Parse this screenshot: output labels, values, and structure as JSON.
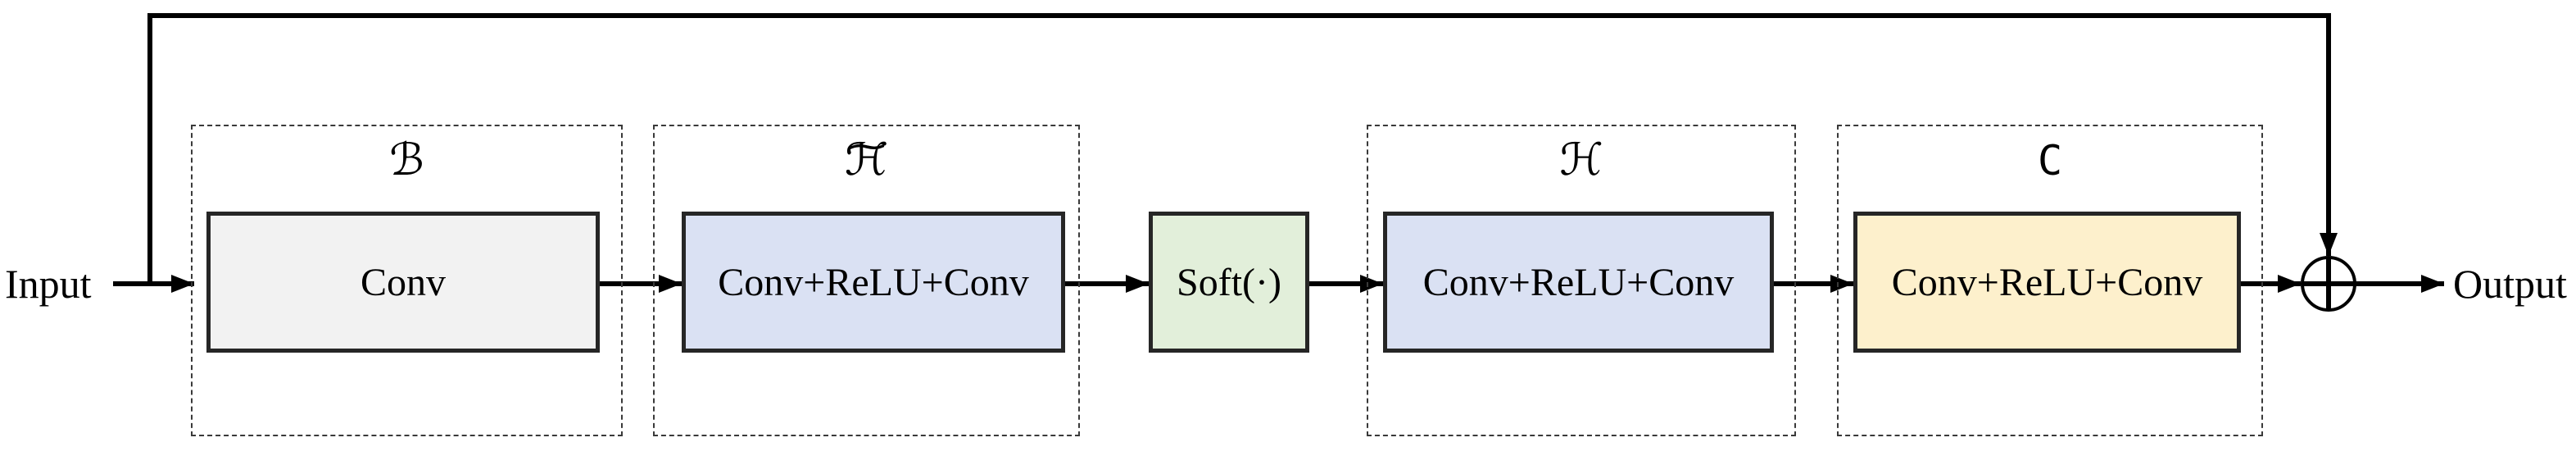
{
  "diagram": {
    "input_label": "Input",
    "output_label": "Output",
    "groups": [
      {
        "name": "B",
        "label": "ℬ",
        "accent": "",
        "block_text": "Conv",
        "fill": "#F2F2F2"
      },
      {
        "name": "H-tilde",
        "label": "ℋ",
        "accent": "~",
        "block_text": "Conv+ReLU+Conv",
        "fill": "#DAE1F3"
      },
      {
        "name": "H",
        "label": "ℋ",
        "accent": "",
        "block_text": "Conv+ReLU+Conv",
        "fill": "#DAE1F3"
      },
      {
        "name": "C",
        "label": "C",
        "accent": "",
        "block_text": "Conv+ReLU+Conv",
        "fill": "#FDF0CC"
      }
    ],
    "soft_block": {
      "text": "Soft(·)",
      "fill": "#E2EFDA"
    },
    "sum_node_symbol": "⊕",
    "colors": {
      "background": "#FFFFFF",
      "line": "#000000",
      "block_border": "#262626",
      "dashed_border": "#3A3A3A",
      "conv_fill": "#F2F2F2",
      "conv_relu_conv_fill": "#DAE1F3",
      "soft_fill": "#E2EFDA",
      "c_block_fill": "#FDF0CC"
    }
  }
}
